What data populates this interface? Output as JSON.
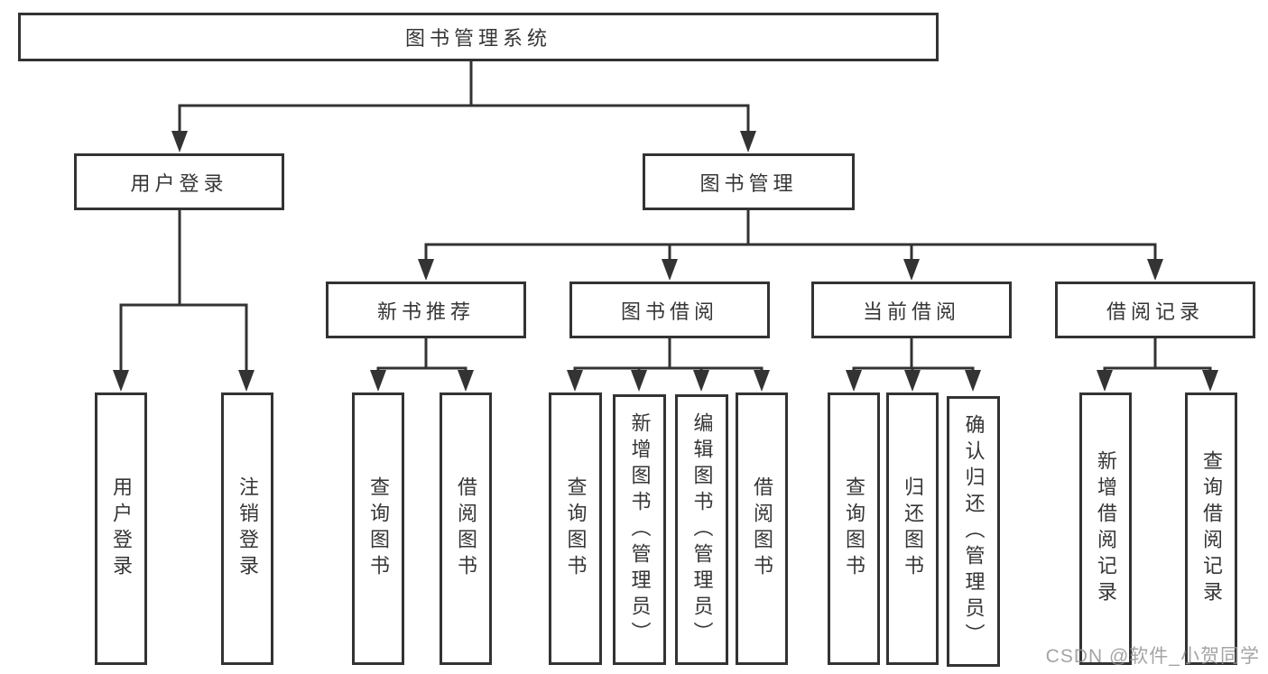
{
  "diagram": {
    "root_label": "图书管理系统",
    "branches": [
      {
        "label": "用户登录",
        "children": [
          {
            "label": "用户登录"
          },
          {
            "label": "注销登录"
          }
        ]
      },
      {
        "label": "图书管理",
        "children": [
          {
            "label": "新书推荐",
            "children": [
              {
                "label": "查询图书"
              },
              {
                "label": "借阅图书"
              }
            ]
          },
          {
            "label": "图书借阅",
            "children": [
              {
                "label": "查询图书"
              },
              {
                "label": "新增图书（管理员）"
              },
              {
                "label": "编辑图书（管理员）"
              },
              {
                "label": "借阅图书"
              }
            ]
          },
          {
            "label": "当前借阅",
            "children": [
              {
                "label": "查询图书"
              },
              {
                "label": "归还图书"
              },
              {
                "label": "确认归还（管理员）"
              }
            ]
          },
          {
            "label": "借阅记录",
            "children": [
              {
                "label": "新增借阅记录"
              },
              {
                "label": "查询借阅记录"
              }
            ]
          }
        ]
      }
    ],
    "watermark": "CSDN @软件_小贺同学",
    "colors": {
      "line": "#333333",
      "text": "#363636",
      "background": "#ffffff",
      "watermark": "#999999"
    }
  }
}
